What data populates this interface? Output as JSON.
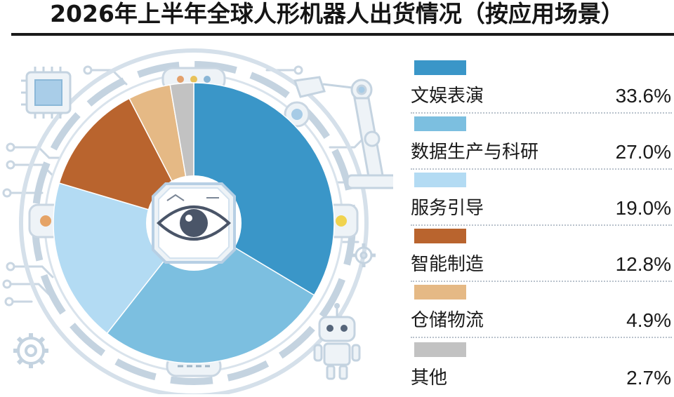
{
  "title": "2026年上半年全球人形机器人出货情况（按应用场景）",
  "chart_data": {
    "type": "pie",
    "title": "2026年上半年全球人形机器人出货情况（按应用场景）",
    "categories": [
      "文娱表演",
      "数据生产与科研",
      "服务引导",
      "智能制造",
      "仓储物流",
      "其他"
    ],
    "values": [
      33.6,
      27.0,
      19.0,
      12.8,
      4.9,
      2.7
    ],
    "value_labels": [
      "33.6%",
      "27.0%",
      "19.0%",
      "12.8%",
      "4.9%",
      "2.7%"
    ],
    "unit": "%",
    "colors": [
      "#3a96c8",
      "#7cbfe0",
      "#b3dbf3",
      "#b9642e",
      "#e5b985",
      "#c2c2c2"
    ],
    "donut": true,
    "legend_position": "right"
  },
  "icons": [
    "cpu-chip-icon",
    "robot-arm-icon",
    "eye-icon",
    "gear-icon",
    "robot-icon"
  ]
}
